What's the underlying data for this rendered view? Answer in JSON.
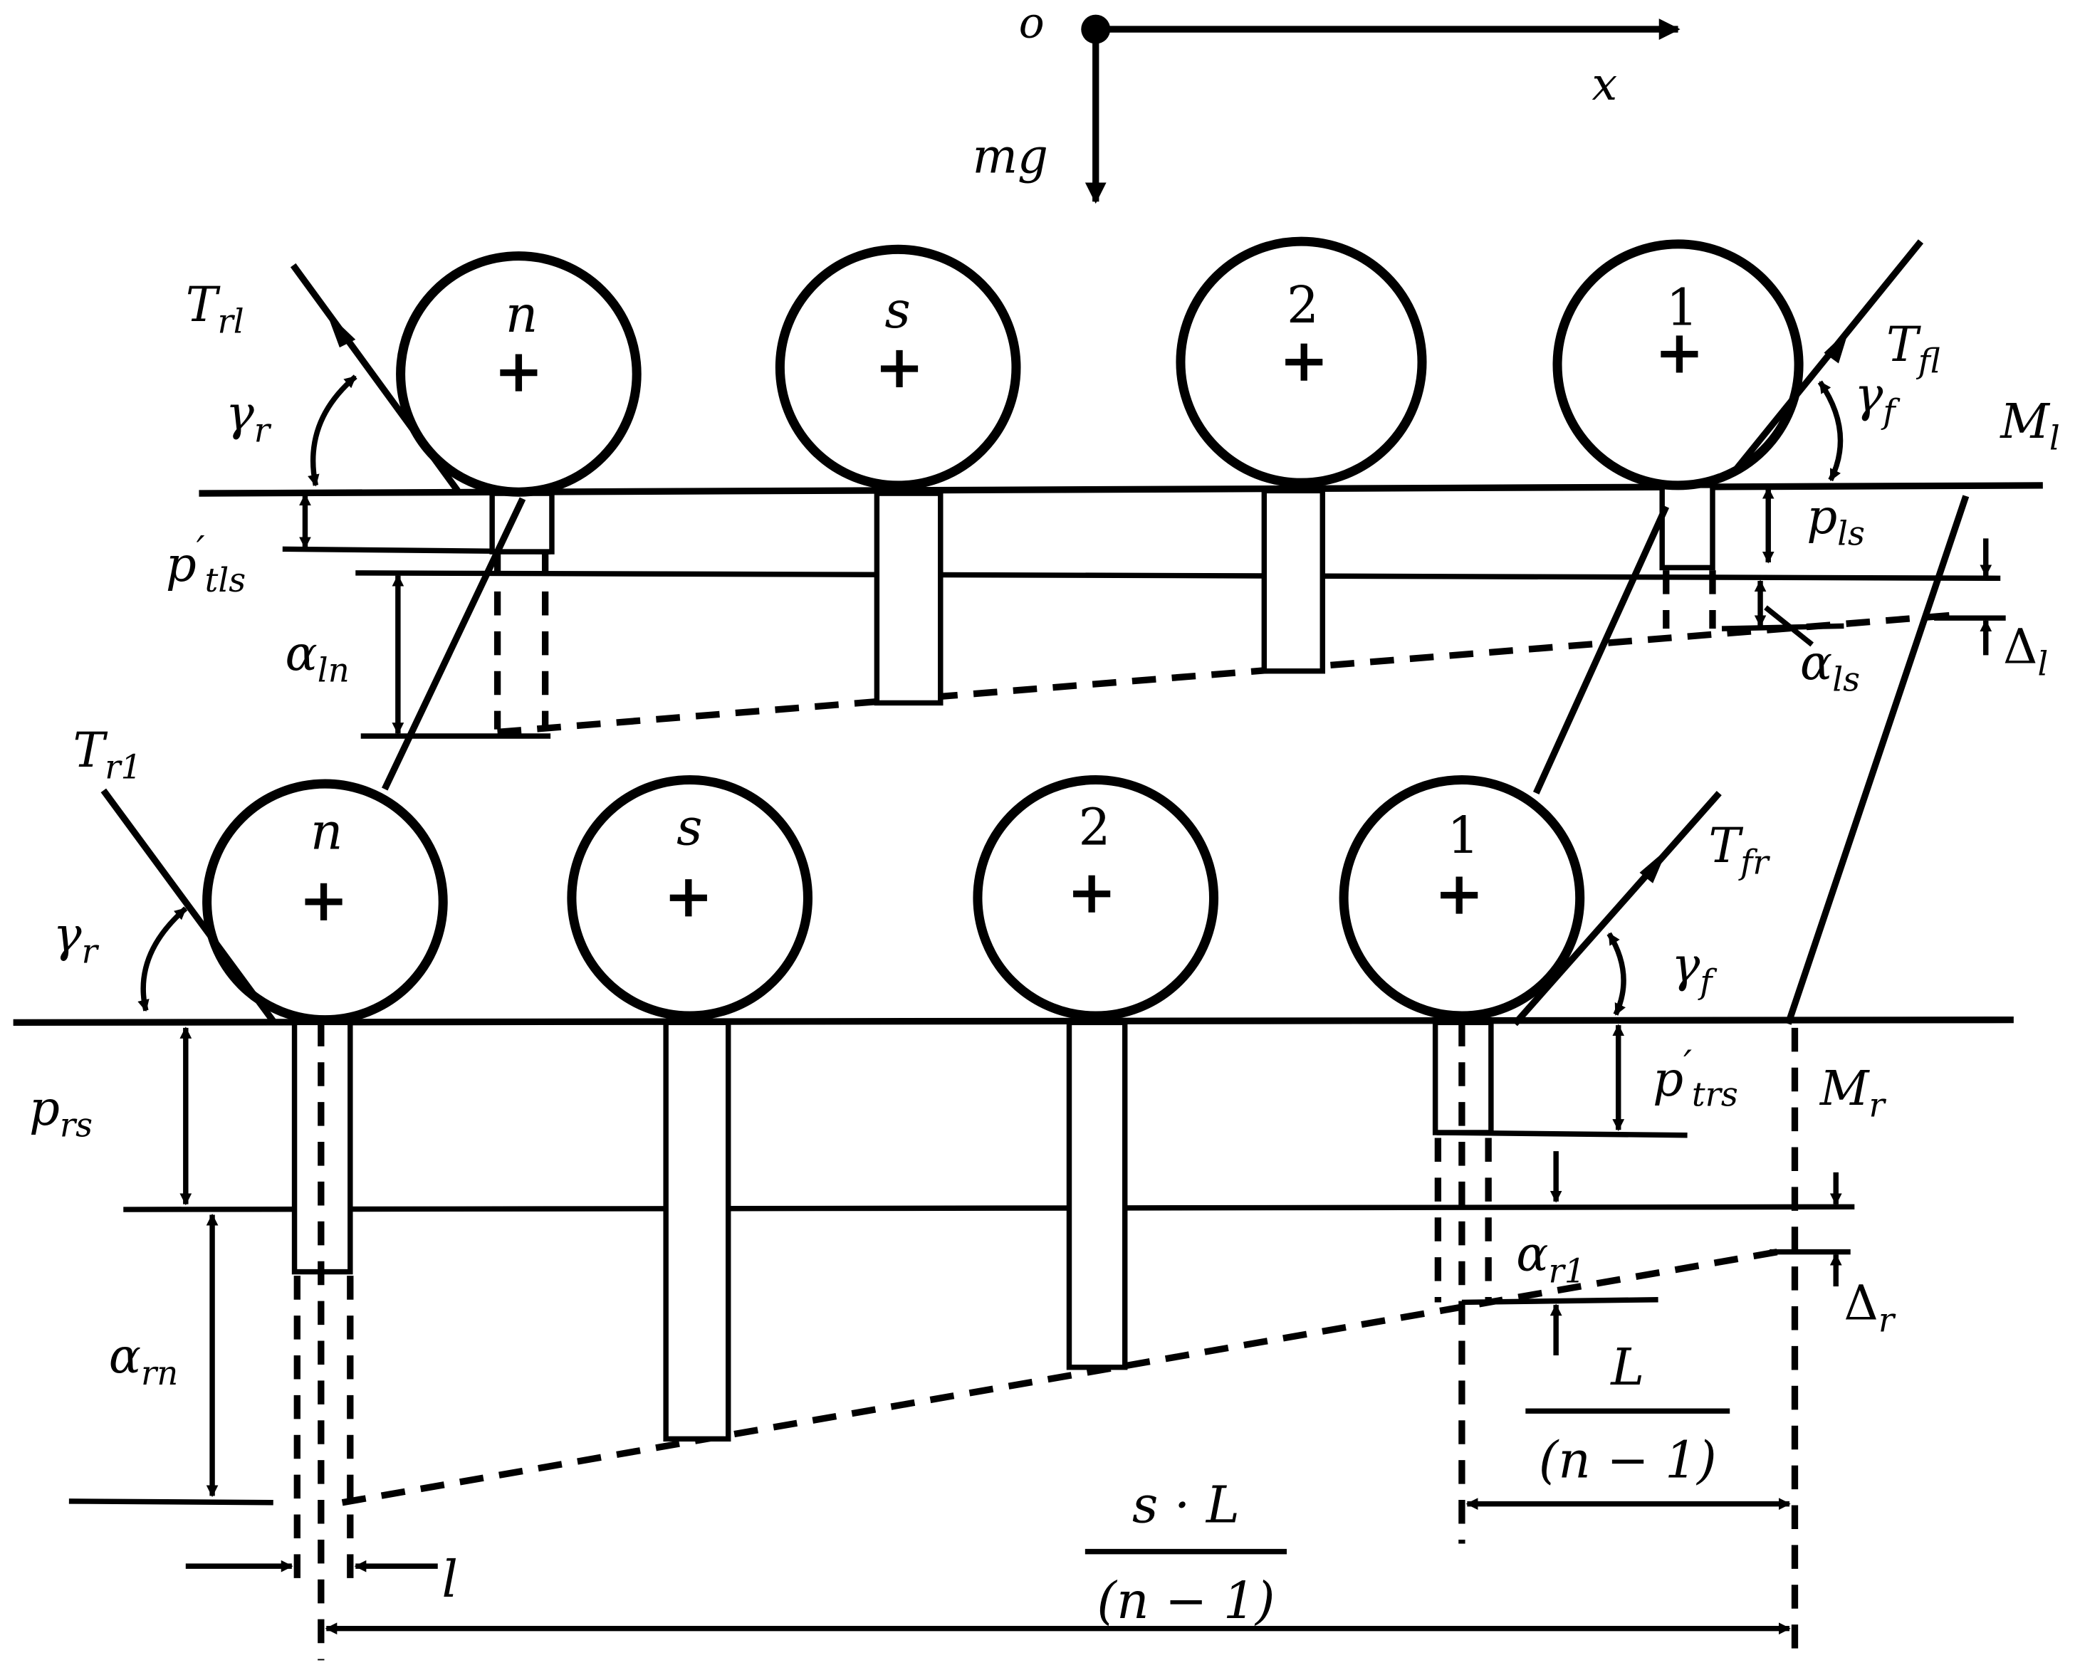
{
  "frame": {
    "origin": "o",
    "x_axis": "x",
    "gravity": "mg"
  },
  "wheels": {
    "upper": [
      "n",
      "s",
      "2",
      "1"
    ],
    "lower": [
      "n",
      "s",
      "2",
      "1"
    ]
  },
  "forces": {
    "T_rl": {
      "base": "T",
      "sub": "rl"
    },
    "T_fl": {
      "base": "T",
      "sub": "fl"
    },
    "T_r1": {
      "base": "T",
      "sub": "r1"
    },
    "T_fr": {
      "base": "T",
      "sub": "fr"
    }
  },
  "angles": {
    "gamma_r": {
      "base": "γ",
      "sub": "r"
    },
    "gamma_f": {
      "base": "γ",
      "sub": "f"
    }
  },
  "tracks": {
    "M_l": {
      "base": "M",
      "sub": "l"
    },
    "M_r": {
      "base": "M",
      "sub": "r"
    }
  },
  "dimensions": {
    "p_tls": {
      "base": "p",
      "prime": "′",
      "sub": "tls"
    },
    "p_ls": {
      "base": "p",
      "sub": "ls"
    },
    "alpha_ln": {
      "base": "α",
      "sub": "ln"
    },
    "alpha_ls": {
      "base": "α",
      "sub": "ls"
    },
    "delta_l": {
      "base": "Δ",
      "sub": "l"
    },
    "p_rs": {
      "base": "p",
      "sub": "rs"
    },
    "p_trs": {
      "base": "p",
      "prime": "′",
      "sub": "trs"
    },
    "alpha_rn": {
      "base": "α",
      "sub": "rn"
    },
    "alpha_r1": {
      "base": "α",
      "sub": "r1"
    },
    "delta_r": {
      "base": "Δ",
      "sub": "r"
    },
    "l": "l",
    "spacing_num": "L",
    "spacing_den": "(n − 1)",
    "offset_num": "s · L",
    "offset_den": "(n − 1)"
  }
}
